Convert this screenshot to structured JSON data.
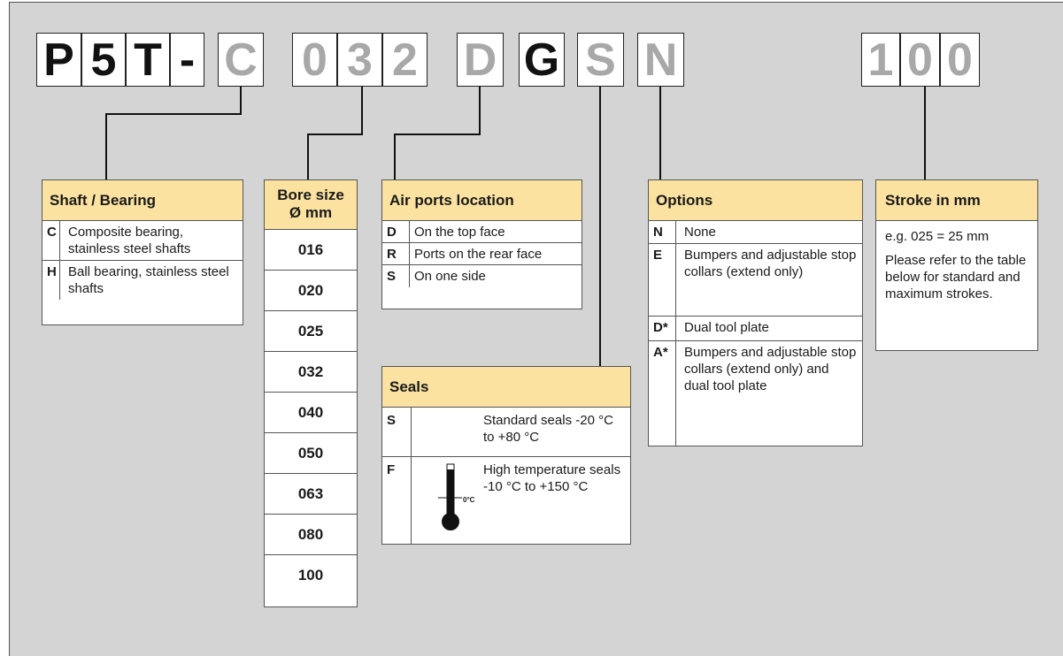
{
  "part_number": {
    "fixed": [
      "P",
      "5",
      "T",
      "-"
    ],
    "shaft_code": "C",
    "bore_code": [
      "0",
      "3",
      "2"
    ],
    "air_port_code": "D",
    "fixed_g": "G",
    "seal_code": "S",
    "option_code": "N",
    "stroke_code": [
      "1",
      "0",
      "0"
    ]
  },
  "shaft_bearing": {
    "title": "Shaft / Bearing",
    "rows": [
      {
        "key": "C",
        "value": "Composite bearing, stainless steel shafts"
      },
      {
        "key": "H",
        "value": "Ball bearing, stainless steel shafts"
      }
    ]
  },
  "bore_size": {
    "title_line1": "Bore size",
    "title_line2": "Ø mm",
    "values": [
      "016",
      "020",
      "025",
      "032",
      "040",
      "050",
      "063",
      "080",
      "100"
    ]
  },
  "air_ports": {
    "title": "Air ports location",
    "rows": [
      {
        "key": "D",
        "value": "On the top face"
      },
      {
        "key": "R",
        "value": "Ports on the rear face"
      },
      {
        "key": "S",
        "value": "On one side"
      }
    ]
  },
  "seals": {
    "title": "Seals",
    "thermometer_label": "0°C",
    "rows": [
      {
        "key": "S",
        "value": "Standard seals -20 °C to +80 °C",
        "icon": "none"
      },
      {
        "key": "F",
        "value": "High temperature seals -10 °C to +150 °C",
        "icon": "thermometer-icon"
      }
    ]
  },
  "options": {
    "title": "Options",
    "rows": [
      {
        "key": "N",
        "value": "None"
      },
      {
        "key": "E",
        "value": "Bumpers and adjustable stop collars (extend only)"
      },
      {
        "key": "D*",
        "value": "Dual tool plate"
      },
      {
        "key": "A*",
        "value": "Bumpers and adjustable stop collars (extend only) and dual tool plate"
      }
    ]
  },
  "stroke": {
    "title": "Stroke in mm",
    "example": "e.g. 025 = 25 mm",
    "note": "Please refer to the table below for standard and maximum strokes."
  },
  "colors": {
    "background": "#d4d4d4",
    "header_fill": "#fbe2a0",
    "fixed_code": "#111111",
    "variable_code": "#a8a8a8"
  }
}
